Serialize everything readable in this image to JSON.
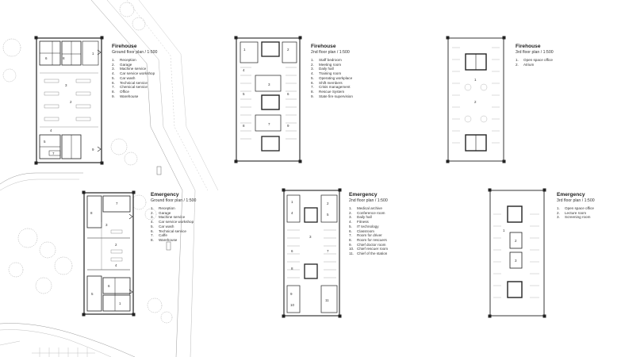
{
  "panels": {
    "fh_ground": {
      "title": "Firehouse",
      "subtitle": "Ground floor plan / 1:500",
      "items": [
        "Reception",
        "Garage",
        "Machine service",
        "Car service workshop",
        "Car wash",
        "Technical service",
        "Chemical service",
        "Office",
        "Warehouse"
      ]
    },
    "fh_2nd": {
      "title": "Firehouse",
      "subtitle": "2nd floor plan / 1:500",
      "items": [
        "Staff bedroom",
        "Meeting room",
        "Daily hall",
        "Training room",
        "Operating workplace",
        "Shift members",
        "Crisis management",
        "Rescue System",
        "State fire supervision"
      ]
    },
    "fh_3rd": {
      "title": "Firehouse",
      "subtitle": "3rd floor plan / 1:500",
      "items": [
        "Open space office",
        "Atrium"
      ]
    },
    "em_ground": {
      "title": "Emergency",
      "subtitle": "Ground floor plan / 1:500",
      "items": [
        "Reception",
        "Garage",
        "Machine service",
        "Car service workshop",
        "Car wash",
        "Technical service",
        "Caffe",
        "Warehouse"
      ]
    },
    "em_2nd": {
      "title": "Emergency",
      "subtitle": "2nd floor plan / 1:500",
      "items": [
        "Medical archive",
        "Conference room",
        "Daily hall",
        "Fitness",
        "IT technology",
        "Classroom",
        "Room for driver",
        "Room for rescuers",
        "Chief doctor room",
        "Chief rescuer room",
        "Chief of the station"
      ]
    },
    "em_3rd": {
      "title": "Emergency",
      "subtitle": "3rd floor plan / 1:500",
      "items": [
        "Open space office",
        "Lecture room",
        "Screening room"
      ]
    }
  },
  "plan_labels": {
    "fh_ground": [
      "1",
      "2",
      "3",
      "4",
      "5",
      "6",
      "7",
      "8",
      "9"
    ],
    "fh_2nd": [
      "1",
      "2",
      "3",
      "4",
      "5",
      "6",
      "7",
      "8",
      "9"
    ],
    "fh_3rd": [
      "1",
      "2"
    ],
    "em_ground": [
      "1",
      "2",
      "3",
      "4",
      "5",
      "6",
      "7",
      "8"
    ],
    "em_2nd": [
      "1",
      "2",
      "3",
      "4",
      "5",
      "6",
      "7",
      "8",
      "9",
      "10",
      "11"
    ],
    "em_3rd": [
      "1",
      "2",
      "3"
    ]
  }
}
